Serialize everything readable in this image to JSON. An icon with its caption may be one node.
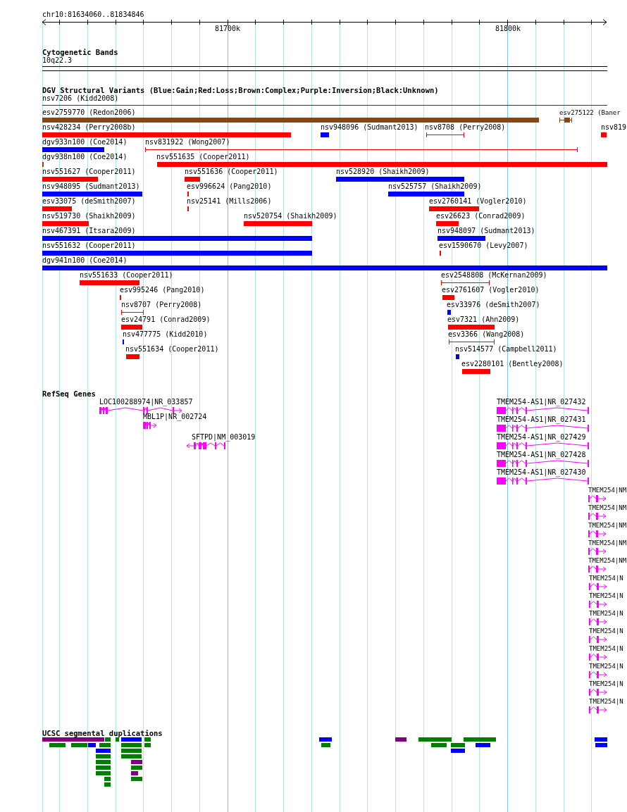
{
  "diagram": {
    "labels": [
      "chr10:81634060..81834846",
      "81700k",
      "81800k",
      "Cytogenetic Bands",
      "10q22.3",
      "DGV Structural Variants (Blue:Gain;Red:Loss;Brown:Complex;Purple:Inversion;Black:Unknown)",
      "nsv7206 (Kidd2008)",
      "esv2759770 (Redon2006)",
      "esv275122 (Baner",
      "nsv428234 (Perry2008b)",
      "nsv948096 (Sudmant2013)",
      "nsv8708 (Perry2008)",
      "nsv819",
      "dgv933n100 (Coe2014)",
      "nsv831922 (Wong2007)",
      "dgv938n100 (Coe2014)",
      "nsv551635 (Cooper2011)",
      "nsv551627 (Cooper2011)",
      "nsv551636 (Cooper2011)",
      "nsv528920 (Shaikh2009)",
      "nsv948095 (Sudmant2013)",
      "esv996624 (Pang2010)",
      "nsv525757 (Shaikh2009)",
      "esv33075 (deSmith2007)",
      "nsv25141 (Mills2006)",
      "esv2760141 (Vogler2010)",
      "nsv519730 (Shaikh2009)",
      "nsv520754 (Shaikh2009)",
      "esv26623 (Conrad2009)",
      "nsv467391 (Itsara2009)",
      "nsv948097 (Sudmant2013)",
      "nsv551632 (Cooper2011)",
      "esv1590670 (Levy2007)",
      "dgv941n100 (Coe2014)",
      "nsv551633 (Cooper2011)",
      "esv2548808 (McKernan2009)",
      "esv995246 (Pang2010)",
      "esv2761607 (Vogler2010)",
      "nsv8707 (Perry2008)",
      "esv33976 (deSmith2007)",
      "esv24791 (Conrad2009)",
      "esv7321 (Ahn2009)",
      "nsv477775 (Kidd2010)",
      "esv3366 (Wang2008)",
      "nsv551634 (Cooper2011)",
      "nsv514577 (Campbell2011)",
      "esv2280101 (Bentley2008)",
      "RefSeq Genes",
      "LOC100288974|NR_033857",
      "TMEM254-AS1|NR_027432",
      "MBL1P|NR_002724",
      "TMEM254-AS1|NR_027431",
      "SFTPD|NM_003019",
      "TMEM254-AS1|NR_027429",
      "TMEM254-AS1|NR_027428",
      "TMEM254-AS1|NR_027430",
      "TMEM254|NM",
      "TMEM254|NM",
      "TMEM254|NM",
      "TMEM254|NM",
      "TMEM254|NM",
      "TMEM254|N",
      "TMEM254|N",
      "TMEM254|N",
      "TMEM254|N",
      "TMEM254|N",
      "TMEM254|N",
      "TMEM254|N",
      "TMEM254|N",
      "UCSC segmental duplications"
    ]
  }
}
